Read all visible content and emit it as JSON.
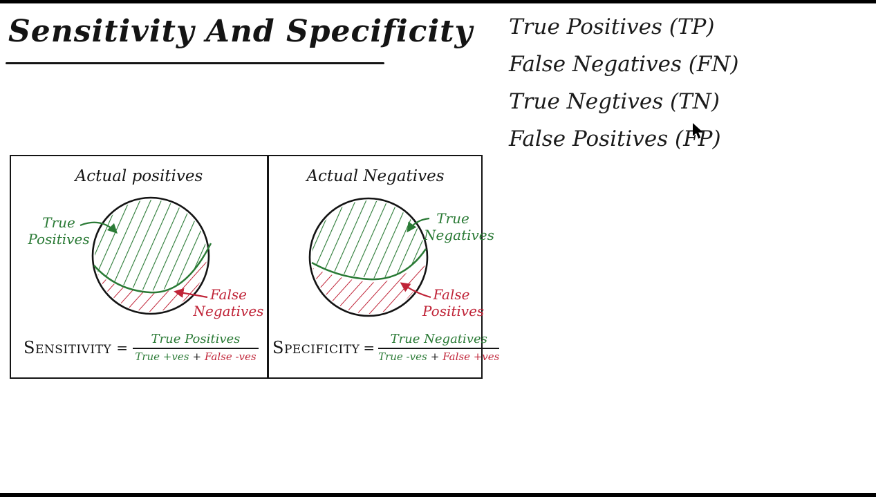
{
  "title": "Sensitivity And Specificity",
  "legend": {
    "items": [
      "True Positives (TP)",
      "False Negatives (FN)",
      "True Negtives (TN)",
      "False Positives (FP)"
    ]
  },
  "panels": {
    "left": {
      "heading": "Actual positives",
      "green_region_label": {
        "line1": "True",
        "line2": "Positives"
      },
      "red_region_label": {
        "line1": "False",
        "line2": "Negatives"
      },
      "formula": {
        "name": "Sensitivity",
        "equals": "=",
        "numerator": "True Positives",
        "denominator_green": "True +ves",
        "denominator_plus": "+",
        "denominator_red": "False -ves"
      }
    },
    "right": {
      "heading": "Actual Negatives",
      "green_region_label": {
        "line1": "True",
        "line2": "Negatives"
      },
      "red_region_label": {
        "line1": "False",
        "line2": "Positives"
      },
      "formula": {
        "name": "Specificity",
        "equals": "=",
        "numerator": "True Negatives",
        "denominator_green": "True -ves",
        "denominator_plus": "+",
        "denominator_red": "False +ves"
      }
    }
  },
  "colors": {
    "green": "#2a7a35",
    "red": "#c02438",
    "ink": "#141414"
  }
}
